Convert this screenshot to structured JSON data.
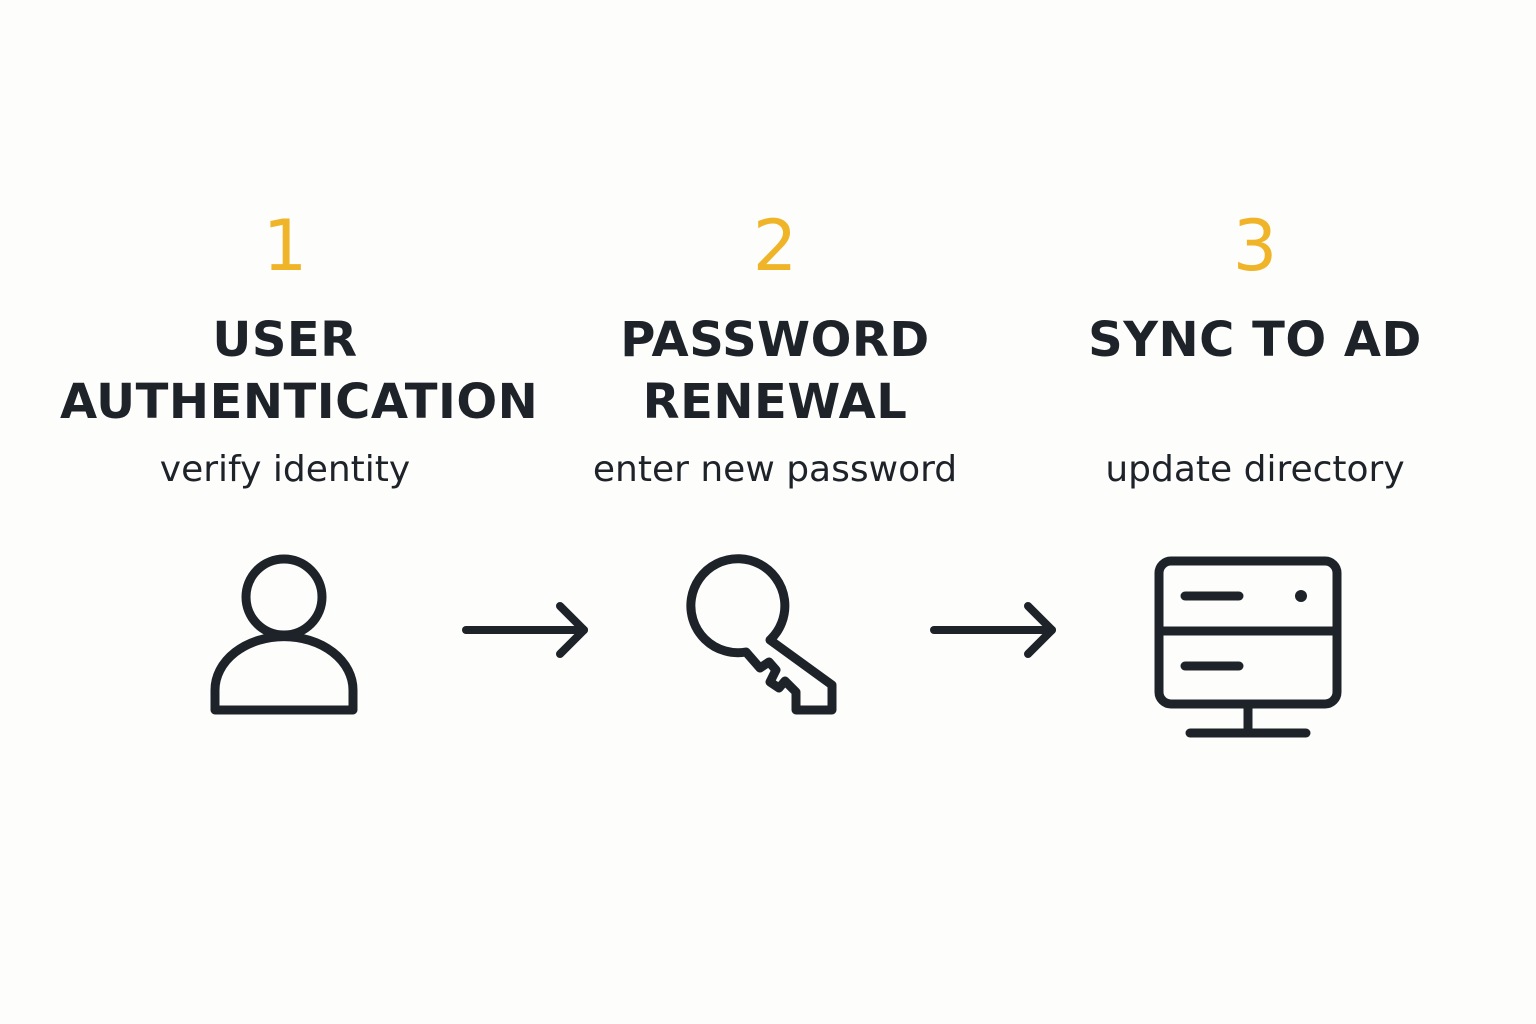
{
  "colors": {
    "accent": "#f0b429",
    "ink": "#1e2329",
    "background": "#fdfdfc"
  },
  "steps": [
    {
      "number": "1",
      "title_lines": [
        "USER",
        "AUTHENTICATION"
      ],
      "subtitle": "verify identity",
      "icon": "user-icon"
    },
    {
      "number": "2",
      "title_lines": [
        "PASSWORD",
        "RENEWAL"
      ],
      "subtitle": "enter new password",
      "icon": "key-icon"
    },
    {
      "number": "3",
      "title_lines": [
        "SYNC TO AD"
      ],
      "subtitle": "update directory",
      "icon": "server-monitor-icon"
    }
  ],
  "connectors": [
    {
      "from": "1",
      "to": "2",
      "icon": "arrow-right-icon"
    },
    {
      "from": "2",
      "to": "3",
      "icon": "arrow-right-icon"
    }
  ]
}
